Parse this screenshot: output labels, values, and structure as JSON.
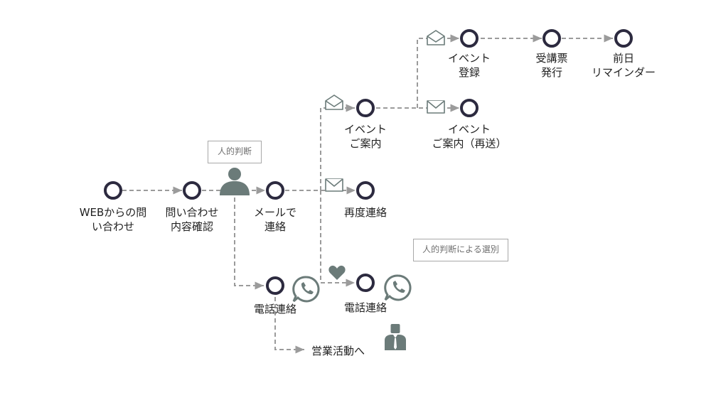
{
  "steps": {
    "web_inquiry": "WEBからの問\nい合わせ",
    "confirm": "問い合わせ\n内容確認",
    "mail": "メールで\n連絡",
    "recontact": "再度連絡",
    "event_info": "イベント\nご案内",
    "event_info_resend": "イベント\nご案内（再送）",
    "event_register": "イベント\n登録",
    "ticket": "受講票\n発行",
    "reminder": "前日\nリマインダー",
    "phone_1": "電話連絡",
    "phone_2": "電話連絡",
    "sales": "営業活動へ"
  },
  "notes": {
    "human_judgment": "人的判断",
    "human_selection": "人的判断による選別"
  },
  "icons": {
    "person": "person-icon",
    "businessman": "businessman-icon",
    "phone": "phone-chat-icon",
    "mail_open": "open-envelope-icon",
    "mail_closed": "closed-envelope-icon",
    "heart": "heart-icon"
  },
  "colors": {
    "node_stroke": "#2c2a3f",
    "flow_line": "#9b9b9b",
    "icon": "#6b7b79"
  }
}
